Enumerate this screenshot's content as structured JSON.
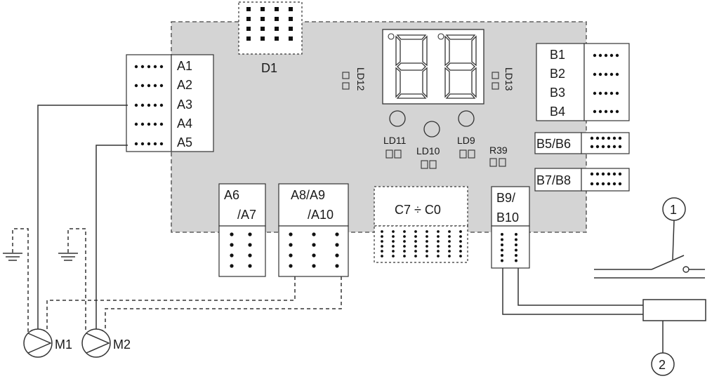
{
  "board": {
    "d1": "D1",
    "display": {
      "dot_left": "",
      "dot_right": ""
    },
    "leds": {
      "ld12": "LD12",
      "ld13": "LD13",
      "ld11": "LD11",
      "ld10": "LD10",
      "ld9": "LD9",
      "r39": "R39"
    }
  },
  "connectors_left": {
    "a1": "A1",
    "a2": "A2",
    "a3": "A3",
    "a4": "A4",
    "a5": "A5"
  },
  "connectors_right": {
    "b1": "B1",
    "b2": "B2",
    "b3": "B3",
    "b4": "B4",
    "b5b6": "B5/B6",
    "b7b8": "B7/B8"
  },
  "connectors_bottom": {
    "a6_line1": "A6",
    "a6_line2": "/A7",
    "a8_line1": "A8/A9",
    "a8_line2": "/A10",
    "c7c0": "C7 ÷ C0",
    "b9_line1": "B9/",
    "b9_line2": "B10"
  },
  "pumps": {
    "m1": "M1",
    "m2": "M2"
  },
  "callouts": {
    "c1": "1",
    "c2": "2"
  }
}
